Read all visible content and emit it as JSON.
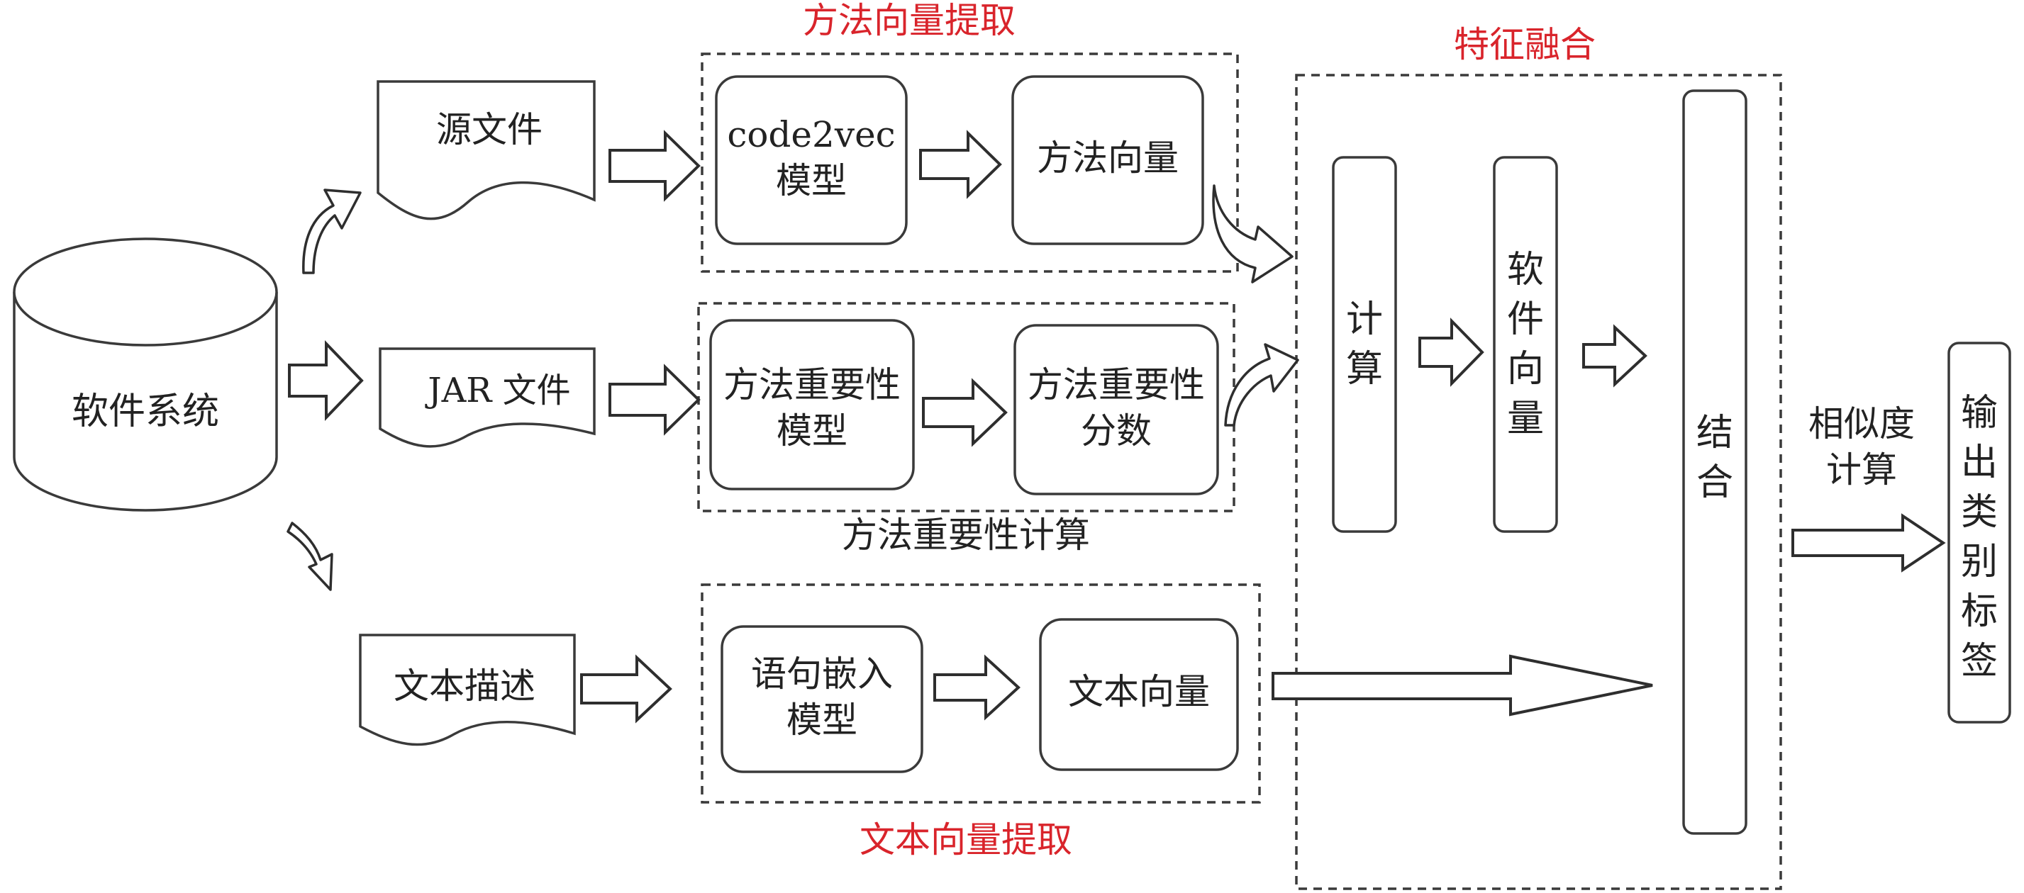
{
  "colors": {
    "section_title": "#d9242b",
    "stroke": "#3a3a3a",
    "text": "#222222"
  },
  "nodes": {
    "system": "软件系统",
    "source_file": "源文件",
    "jar_file": "JAR 文件",
    "text_desc": "文本描述",
    "code2vec": [
      "code2vec",
      "模型"
    ],
    "method_vector": "方法向量",
    "importance_model": [
      "方法重要性",
      "模型"
    ],
    "importance_score": [
      "方法重要性",
      "分数"
    ],
    "sentence_model": [
      "语句嵌入",
      "模型"
    ],
    "text_vector": "文本向量",
    "compute": [
      "计",
      "算"
    ],
    "software_vector": [
      "软",
      "件",
      "向",
      "量"
    ],
    "combine": [
      "结",
      "合"
    ],
    "output": [
      "输",
      "出",
      "类",
      "别",
      "标",
      "签"
    ]
  },
  "groups": {
    "method_vector_extraction": "方法向量提取",
    "method_importance": "方法重要性计算",
    "text_vector_extraction": "文本向量提取",
    "feature_fusion": "特征融合"
  },
  "edges": {
    "similarity": [
      "相似度",
      "计算"
    ]
  }
}
